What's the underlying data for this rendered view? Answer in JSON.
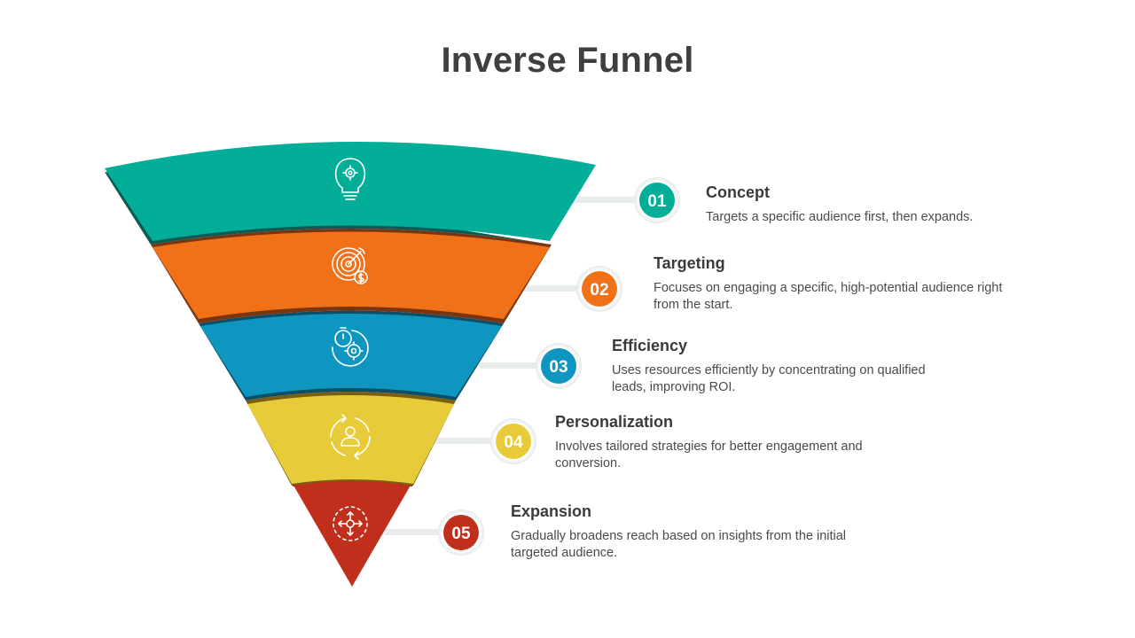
{
  "title": "Inverse Funnel",
  "colors": {
    "title": "#3f3f3f",
    "connector": "#e8ecec"
  },
  "stages": [
    {
      "number": "01",
      "heading": "Concept",
      "description": "Targets a specific audience first, then expands.",
      "icon": "lightbulb-gear-icon",
      "color": "#03ae99",
      "shade": "#0b5a54"
    },
    {
      "number": "02",
      "heading": "Targeting",
      "description": "Focuses on engaging a specific, high-potential audience right from the start.",
      "icon": "target-dollar-icon",
      "color": "#f07118",
      "shade": "#7a3510"
    },
    {
      "number": "03",
      "heading": "Efficiency",
      "description": "Uses resources efficiently by concentrating on qualified leads, improving ROI.",
      "icon": "stopwatch-gear-icon",
      "color": "#0e96c0",
      "shade": "#0b4e66"
    },
    {
      "number": "04",
      "heading": "Personalization",
      "description": "Involves tailored strategies for better engagement and conversion.",
      "icon": "user-cycle-icon",
      "color": "#e8cb38",
      "shade": "#7a5f10"
    },
    {
      "number": "05",
      "heading": "Expansion",
      "description": "Gradually broadens reach based on insights from the initial targeted audience.",
      "icon": "expand-arrows-icon",
      "color": "#c02f1c",
      "shade": "#7a1c12"
    }
  ]
}
